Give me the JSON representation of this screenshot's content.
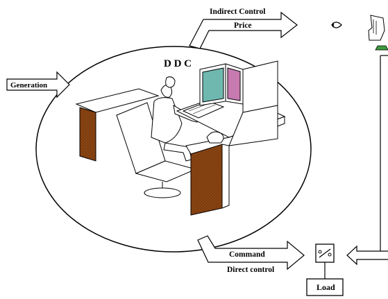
{
  "diagram": {
    "center_label": "D D C",
    "arrows": {
      "generation": "Generation",
      "indirect_control": "Indirect Control",
      "price": "Price",
      "command": "Command",
      "direct_control": "Direct control"
    },
    "load_label": "Load"
  },
  "colors": {
    "line": "#000000",
    "desk_side": "#8b4513",
    "screen": "#6fb8b0",
    "screen_accent": "#c77ab0",
    "button_green": "#3c9a3c"
  }
}
